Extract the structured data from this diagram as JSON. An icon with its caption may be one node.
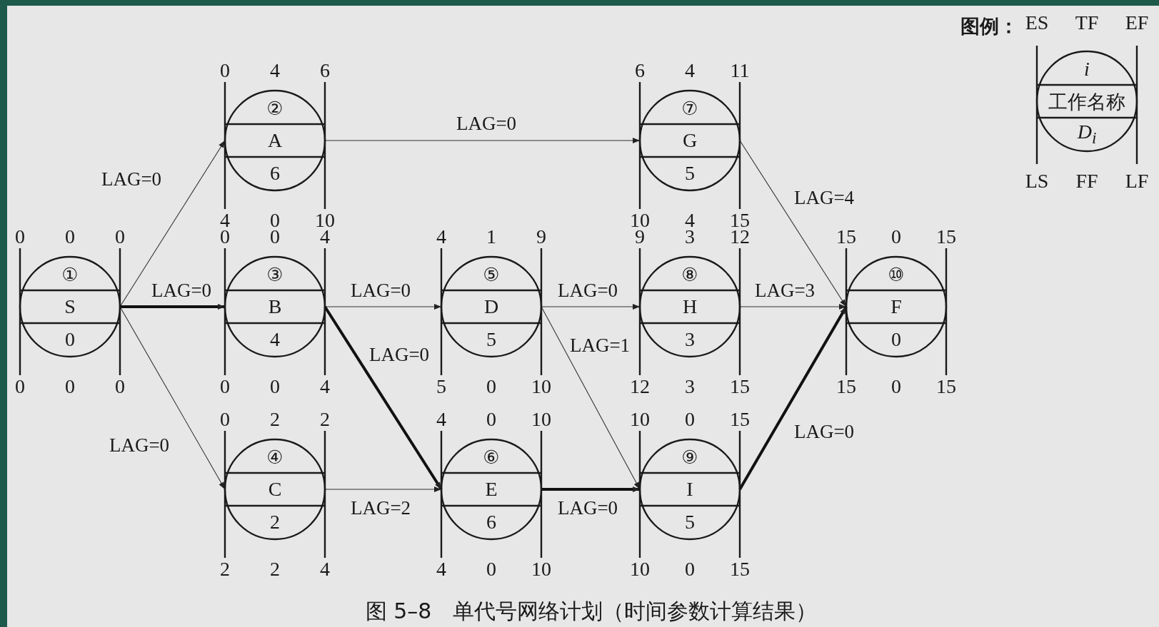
{
  "diagram": {
    "caption": "图 5–8　单代号网络计划（时间参数计算结果）",
    "nodes": [
      {
        "text": [
          "①",
          "S",
          "0"
        ],
        "beside": [
          "0",
          "0",
          "0",
          "0",
          "0",
          "0"
        ]
      },
      {
        "text": [
          "②",
          "A",
          "6"
        ],
        "beside": [
          "0",
          "4",
          "6",
          "4",
          "0",
          "10"
        ]
      },
      {
        "text": [
          "③",
          "B",
          "4"
        ],
        "beside": [
          "0",
          "0",
          "4",
          "0",
          "0",
          "4"
        ]
      },
      {
        "text": [
          "④",
          "C",
          "2"
        ],
        "beside": [
          "0",
          "2",
          "2",
          "2",
          "2",
          "4"
        ]
      },
      {
        "text": [
          "⑤",
          "D",
          "5"
        ],
        "beside": [
          "4",
          "1",
          "9",
          "5",
          "0",
          "10"
        ]
      },
      {
        "text": [
          "⑥",
          "E",
          "6"
        ],
        "beside": [
          "4",
          "0",
          "10",
          "4",
          "0",
          "10"
        ]
      },
      {
        "text": [
          "⑦",
          "G",
          "5"
        ],
        "beside": [
          "6",
          "4",
          "11",
          "10",
          "4",
          "15"
        ]
      },
      {
        "text": [
          "⑧",
          "H",
          "3"
        ],
        "beside": [
          "9",
          "3",
          "12",
          "12",
          "3",
          "15"
        ]
      },
      {
        "text": [
          "⑨",
          "I",
          "5"
        ],
        "beside": [
          "10",
          "0",
          "15",
          "10",
          "0",
          "15"
        ]
      },
      {
        "text": [
          "⑩",
          "F",
          "0"
        ],
        "beside": [
          "15",
          "0",
          "15",
          "15",
          "0",
          "15"
        ]
      },
      {
        "text": [
          "i",
          "工作名称",
          "D$_{i}$"
        ],
        "beside": [
          "ES",
          "TF",
          "EF",
          "LS",
          "FF",
          "LF"
        ]
      }
    ],
    "edges": [
      {
        "from": 0,
        "to": 1,
        "arrow": "to",
        "label": "LAG=0"
      },
      {
        "from": 0,
        "to": 2,
        "arrow": "to",
        "label": "LAG=0",
        "style": "thick"
      },
      {
        "from": 0,
        "to": 3,
        "arrow": "to",
        "label": "LAG=0"
      },
      {
        "from": 1,
        "to": 6,
        "arrow": "to",
        "label": "LAG=0"
      },
      {
        "from": 2,
        "to": 4,
        "arrow": "to",
        "label": "LAG=0"
      },
      {
        "from": 2,
        "to": 5,
        "arrow": "to",
        "label": "LAG=0",
        "style": "thick"
      },
      {
        "from": 3,
        "to": 5,
        "arrow": "to",
        "label": "LAG=2"
      },
      {
        "from": 4,
        "to": 7,
        "arrow": "to",
        "label": "LAG=0"
      },
      {
        "from": 4,
        "to": 8,
        "arrow": "to",
        "label": "LAG=1"
      },
      {
        "from": 5,
        "to": 8,
        "arrow": "to",
        "label": "LAG=0",
        "style": "thick"
      },
      {
        "from": 6,
        "to": 9,
        "arrow": "to",
        "label": "LAG=4"
      },
      {
        "from": 7,
        "to": 9,
        "arrow": "to",
        "label": "LAG=3"
      },
      {
        "from": 8,
        "to": 9,
        "arrow": "to",
        "label": "LAG=0",
        "style": "thick"
      }
    ],
    "labels": [
      "图例："
    ]
  }
}
